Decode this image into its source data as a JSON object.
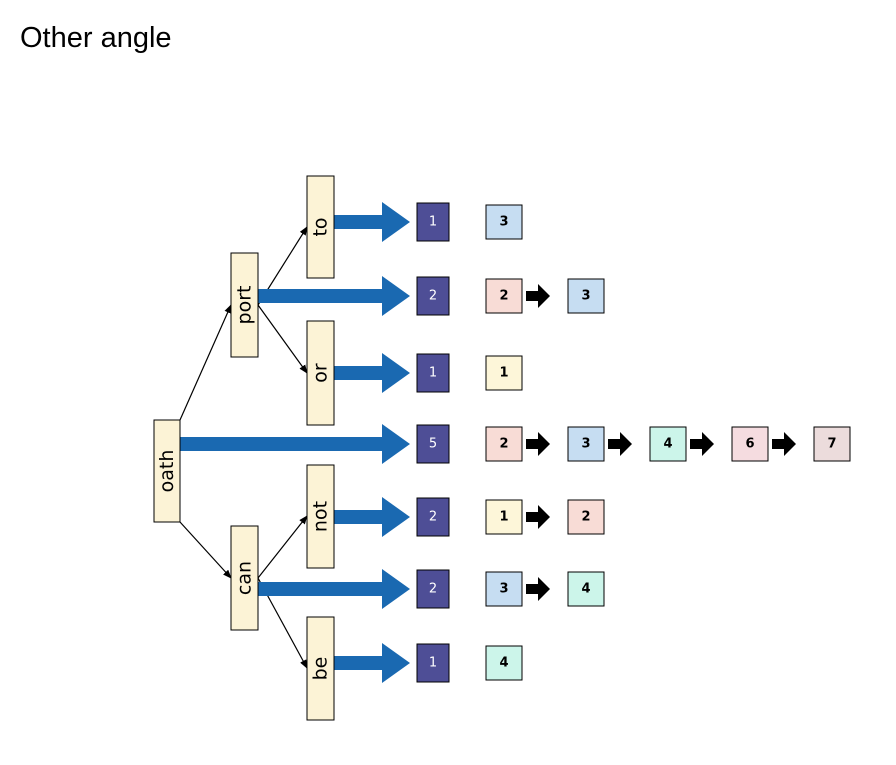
{
  "title": "Other angle",
  "colors": {
    "node_fill": "#fcf3d6",
    "pointer_blue": "#1a69b1",
    "count_box": "#4e4e96",
    "pos_red": "#f8dcd6",
    "pos_blue": "#c6ddf2",
    "pos_yellow": "#fdf6d9",
    "pos_green": "#ccf5ea",
    "pos_pink": "#f5dce0",
    "pos_gray": "#ecdcdc"
  },
  "nodes": {
    "oath": "oath",
    "port": "port",
    "can": "can",
    "to": "to",
    "or": "or",
    "not": "not",
    "be": "be"
  },
  "rows": [
    {
      "word": "to",
      "count": "1",
      "positions": [
        {
          "value": "3",
          "color": "#c6ddf2"
        }
      ]
    },
    {
      "word": "port",
      "count": "2",
      "positions": [
        {
          "value": "2",
          "color": "#f8dcd6"
        },
        {
          "value": "3",
          "color": "#c6ddf2"
        }
      ]
    },
    {
      "word": "or",
      "count": "1",
      "positions": [
        {
          "value": "1",
          "color": "#fdf6d9"
        }
      ]
    },
    {
      "word": "oath",
      "count": "5",
      "positions": [
        {
          "value": "2",
          "color": "#f8dcd6"
        },
        {
          "value": "3",
          "color": "#c6ddf2"
        },
        {
          "value": "4",
          "color": "#ccf5ea"
        },
        {
          "value": "6",
          "color": "#f5dce0"
        },
        {
          "value": "7",
          "color": "#ecdcdc"
        }
      ]
    },
    {
      "word": "not",
      "count": "2",
      "positions": [
        {
          "value": "1",
          "color": "#fdf6d9"
        },
        {
          "value": "2",
          "color": "#f8dcd6"
        }
      ]
    },
    {
      "word": "can",
      "count": "2",
      "positions": [
        {
          "value": "3",
          "color": "#c6ddf2"
        },
        {
          "value": "4",
          "color": "#ccf5ea"
        }
      ]
    },
    {
      "word": "be",
      "count": "1",
      "positions": [
        {
          "value": "4",
          "color": "#ccf5ea"
        }
      ]
    }
  ]
}
